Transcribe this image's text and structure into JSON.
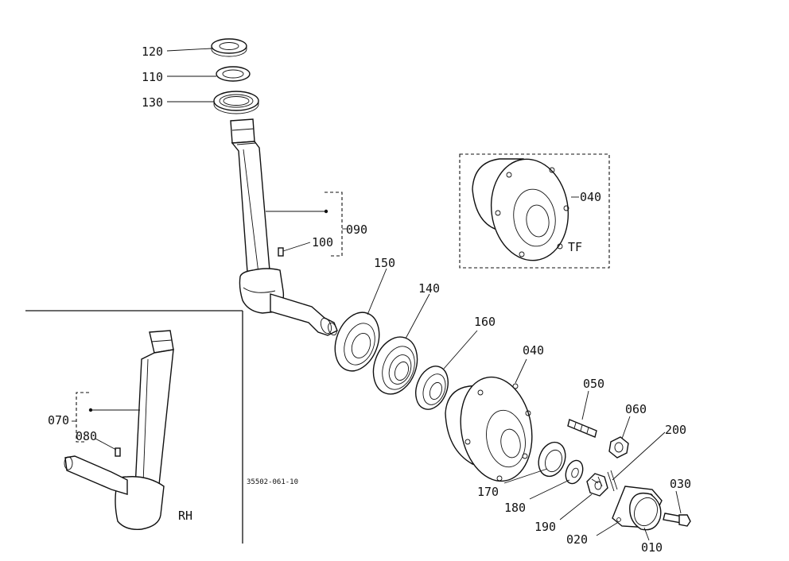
{
  "diagram": {
    "callouts": {
      "c120": "120",
      "c110": "110",
      "c130": "130",
      "c090": "090",
      "c100": "100",
      "c150": "150",
      "c140": "140",
      "c160": "160",
      "c040_tf": "040",
      "c040": "040",
      "c050": "050",
      "c060": "060",
      "c200": "200",
      "c030": "030",
      "c070": "070",
      "c080": "080",
      "c170": "170",
      "c180": "180",
      "c190": "190",
      "c020": "020",
      "c010": "010"
    },
    "inset_tf_label": "TF",
    "inset_rh_label": "RH",
    "drawing_number": "35502-061-10",
    "line_color": "#111111",
    "background": "#ffffff"
  }
}
